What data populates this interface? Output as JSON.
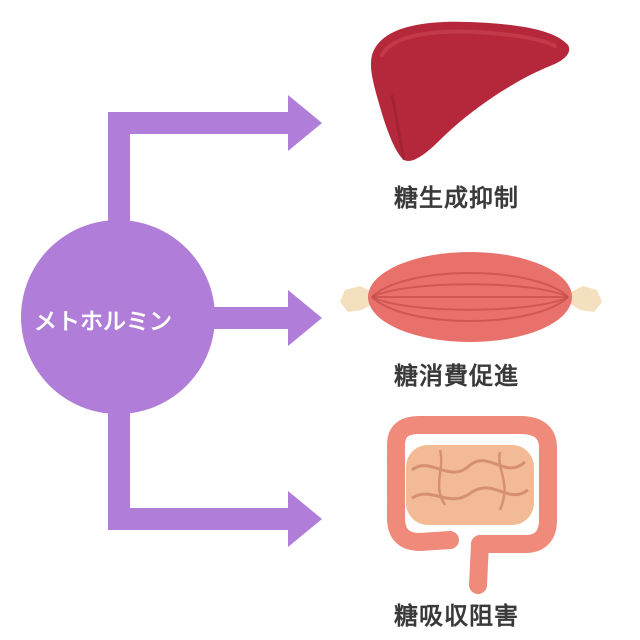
{
  "center": {
    "label": "メトホルミン"
  },
  "effects": [
    {
      "label": "糖生成抑制",
      "organ_icon": "liver-icon"
    },
    {
      "label": "糖消費促進",
      "organ_icon": "muscle-icon"
    },
    {
      "label": "糖吸収阻害",
      "organ_icon": "intestine-icon"
    }
  ],
  "colors": {
    "accent": "#b07ed8",
    "liver": "#b5283b",
    "muscle": "#e8716b",
    "intestine": "#f08a7a",
    "text": "#3a3a3a"
  }
}
